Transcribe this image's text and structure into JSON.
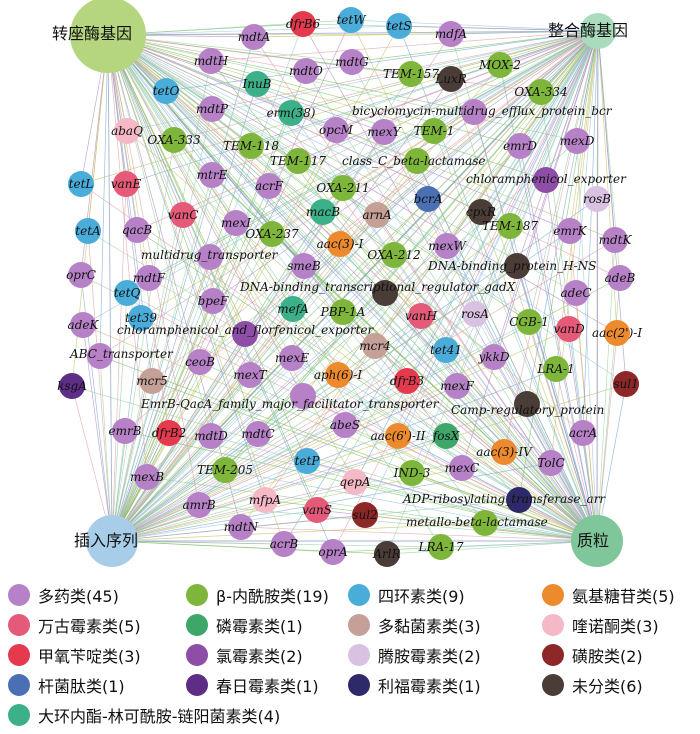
{
  "categories": [
    {
      "id": "multidrug",
      "label": "多药类(45)",
      "color": "#b681c6"
    },
    {
      "id": "beta",
      "label": "β-内酰胺类(19)",
      "color": "#7db63a"
    },
    {
      "id": "tetra",
      "label": "四环素类(9)",
      "color": "#4aacd9"
    },
    {
      "id": "amino",
      "label": "氨基糖苷类(5)",
      "color": "#ee8a2e"
    },
    {
      "id": "vanco",
      "label": "万古霉素类(5)",
      "color": "#e45a78"
    },
    {
      "id": "fosfo",
      "label": "磷霉素类(1)",
      "color": "#3fa66a"
    },
    {
      "id": "polymyxin",
      "label": "多黏菌素类(3)",
      "color": "#c5a097"
    },
    {
      "id": "quinolone",
      "label": "喹诺酮类(3)",
      "color": "#f4b8c6"
    },
    {
      "id": "trimeth",
      "label": "甲氧苄啶类(3)",
      "color": "#e53a4e"
    },
    {
      "id": "chloram",
      "label": "氯霉素类(2)",
      "color": "#8e4ea8"
    },
    {
      "id": "kasu",
      "label": "腾胺霉素类(2)",
      "color": "#d8c1e1"
    },
    {
      "id": "sulfa",
      "label": "磺胺类(2)",
      "color": "#8e2727"
    },
    {
      "id": "bacitracin",
      "label": "杆菌肽类(1)",
      "color": "#4a6fb3"
    },
    {
      "id": "kasugamycin",
      "label": "春日霉素类(1)",
      "color": "#5e2d86"
    },
    {
      "id": "rifamycin",
      "label": "利福霉素类(1)",
      "color": "#2e2a69"
    },
    {
      "id": "unknown",
      "label": "未分类(6)",
      "color": "#4a3c36"
    },
    {
      "id": "mls",
      "label": "大环内酯-林可酰胺-链阳菌素类(4)",
      "color": "#3cb088"
    }
  ],
  "hubs": [
    {
      "id": "transposase",
      "label": "转座酶基因",
      "color": "#b5d57f"
    },
    {
      "id": "integrase",
      "label": "整合酶基因",
      "color": "#a9dcbd"
    },
    {
      "id": "insertion",
      "label": "插入序列",
      "color": "#a8cde8"
    },
    {
      "id": "plasmid",
      "label": "质粒",
      "color": "#7fc79a"
    }
  ],
  "genes": [
    {
      "id": "dfrB6",
      "cat": "trimeth"
    },
    {
      "id": "tetW",
      "cat": "tetra"
    },
    {
      "id": "tetS",
      "cat": "tetra"
    },
    {
      "id": "mdtA",
      "cat": "multidrug"
    },
    {
      "id": "mdfA",
      "cat": "multidrug"
    },
    {
      "id": "mdtH",
      "cat": "multidrug"
    },
    {
      "id": "mdtO",
      "cat": "multidrug"
    },
    {
      "id": "mdtG",
      "cat": "multidrug"
    },
    {
      "id": "TEM-157",
      "cat": "beta"
    },
    {
      "id": "LuxR",
      "cat": "unknown"
    },
    {
      "id": "MOX-2",
      "cat": "beta"
    },
    {
      "id": "InuB",
      "cat": "mls"
    },
    {
      "id": "tetO",
      "cat": "tetra"
    },
    {
      "id": "mdtP",
      "cat": "multidrug"
    },
    {
      "id": "OXA-334",
      "cat": "beta"
    },
    {
      "id": "erm(38)",
      "cat": "mls"
    },
    {
      "id": "bicyclomycin-multidrug_efflux_protein_bcr",
      "cat": "multidrug"
    },
    {
      "id": "abaQ",
      "cat": "quinolone"
    },
    {
      "id": "opcM",
      "cat": "multidrug"
    },
    {
      "id": "mexY",
      "cat": "multidrug"
    },
    {
      "id": "TEM-1",
      "cat": "beta"
    },
    {
      "id": "OXA-333",
      "cat": "beta"
    },
    {
      "id": "TEM-118",
      "cat": "beta"
    },
    {
      "id": "mexD",
      "cat": "multidrug"
    },
    {
      "id": "emrD",
      "cat": "multidrug"
    },
    {
      "id": "TEM-117",
      "cat": "beta"
    },
    {
      "id": "class_C_beta-lactamase",
      "cat": "beta"
    },
    {
      "id": "tetL",
      "cat": "tetra"
    },
    {
      "id": "vanE",
      "cat": "vanco"
    },
    {
      "id": "mtrE",
      "cat": "multidrug"
    },
    {
      "id": "acrF",
      "cat": "multidrug"
    },
    {
      "id": "OXA-211",
      "cat": "beta"
    },
    {
      "id": "chloramphenicol_exporter",
      "cat": "chloram"
    },
    {
      "id": "vanC",
      "cat": "vanco"
    },
    {
      "id": "bcrA",
      "cat": "bacitracin"
    },
    {
      "id": "rosB",
      "cat": "kasu"
    },
    {
      "id": "tetA",
      "cat": "tetra"
    },
    {
      "id": "qacB",
      "cat": "multidrug"
    },
    {
      "id": "mexI",
      "cat": "multidrug"
    },
    {
      "id": "macB",
      "cat": "mls"
    },
    {
      "id": "arnA",
      "cat": "polymyxin"
    },
    {
      "id": "cpxR",
      "cat": "unknown"
    },
    {
      "id": "TEM-187",
      "cat": "beta"
    },
    {
      "id": "emrK",
      "cat": "multidrug"
    },
    {
      "id": "mdtK",
      "cat": "multidrug"
    },
    {
      "id": "OXA-237",
      "cat": "beta"
    },
    {
      "id": "aac(3)-I",
      "cat": "amino"
    },
    {
      "id": "mexW",
      "cat": "multidrug"
    },
    {
      "id": "OXA-212",
      "cat": "beta"
    },
    {
      "id": "multidrug_transporter",
      "cat": "multidrug"
    },
    {
      "id": "DNA-binding_protein_H-NS",
      "cat": "unknown"
    },
    {
      "id": "oprC",
      "cat": "multidrug"
    },
    {
      "id": "mdtF",
      "cat": "multidrug"
    },
    {
      "id": "smeB",
      "cat": "multidrug"
    },
    {
      "id": "adeB",
      "cat": "multidrug"
    },
    {
      "id": "tetQ",
      "cat": "tetra"
    },
    {
      "id": "DNA-binding_transcriptional_regulator_gadX",
      "cat": "unknown"
    },
    {
      "id": "adeC",
      "cat": "multidrug"
    },
    {
      "id": "bpeF",
      "cat": "multidrug"
    },
    {
      "id": "tet39",
      "cat": "tetra"
    },
    {
      "id": "mefA",
      "cat": "mls"
    },
    {
      "id": "PBP-1A",
      "cat": "beta"
    },
    {
      "id": "vanH",
      "cat": "vanco"
    },
    {
      "id": "rosA",
      "cat": "kasu"
    },
    {
      "id": "CGB-1",
      "cat": "beta"
    },
    {
      "id": "adeK",
      "cat": "multidrug"
    },
    {
      "id": "vanD",
      "cat": "vanco"
    },
    {
      "id": "aac(2')-I",
      "cat": "amino"
    },
    {
      "id": "chloramphenicol_and_florfenicol_exporter",
      "cat": "chloram"
    },
    {
      "id": "ABC_transporter",
      "cat": "multidrug"
    },
    {
      "id": "ceoB",
      "cat": "multidrug"
    },
    {
      "id": "mexE",
      "cat": "multidrug"
    },
    {
      "id": "mcr4",
      "cat": "polymyxin"
    },
    {
      "id": "tet41",
      "cat": "tetra"
    },
    {
      "id": "ykkD",
      "cat": "multidrug"
    },
    {
      "id": "LRA-1",
      "cat": "beta"
    },
    {
      "id": "ksgA",
      "cat": "kasugamycin"
    },
    {
      "id": "mcr5",
      "cat": "polymyxin"
    },
    {
      "id": "mexT",
      "cat": "multidrug"
    },
    {
      "id": "aph(6)-I",
      "cat": "amino"
    },
    {
      "id": "dfrB3",
      "cat": "trimeth"
    },
    {
      "id": "mexF",
      "cat": "multidrug"
    },
    {
      "id": "sul1",
      "cat": "sulfa"
    },
    {
      "id": "EmrB-QacA_family_major_facilitator_transporter",
      "cat": "multidrug"
    },
    {
      "id": "Camp-regulatory_protein",
      "cat": "unknown"
    },
    {
      "id": "emrB",
      "cat": "multidrug"
    },
    {
      "id": "dfrB2",
      "cat": "trimeth"
    },
    {
      "id": "mdtD",
      "cat": "multidrug"
    },
    {
      "id": "mdtC",
      "cat": "multidrug"
    },
    {
      "id": "abeS",
      "cat": "multidrug"
    },
    {
      "id": "aac(6')-II",
      "cat": "amino"
    },
    {
      "id": "fosX",
      "cat": "fosfo"
    },
    {
      "id": "acrA",
      "cat": "multidrug"
    },
    {
      "id": "aac(3)-IV",
      "cat": "amino"
    },
    {
      "id": "mexB",
      "cat": "multidrug"
    },
    {
      "id": "TEM-205",
      "cat": "beta"
    },
    {
      "id": "tetP",
      "cat": "tetra"
    },
    {
      "id": "IND-3",
      "cat": "beta"
    },
    {
      "id": "mexC",
      "cat": "multidrug"
    },
    {
      "id": "TolC",
      "cat": "multidrug"
    },
    {
      "id": "qepA",
      "cat": "quinolone"
    },
    {
      "id": "mfpA",
      "cat": "quinolone"
    },
    {
      "id": "amrB",
      "cat": "multidrug"
    },
    {
      "id": "ADP-ribosylating_transferase_arr",
      "cat": "rifamycin"
    },
    {
      "id": "vanS",
      "cat": "vanco"
    },
    {
      "id": "sul2",
      "cat": "sulfa"
    },
    {
      "id": "metallo-beta-lactamase",
      "cat": "beta"
    },
    {
      "id": "mdtN",
      "cat": "multidrug"
    },
    {
      "id": "acrB",
      "cat": "multidrug"
    },
    {
      "id": "oprA",
      "cat": "multidrug"
    },
    {
      "id": "ArlR",
      "cat": "unknown"
    },
    {
      "id": "LRA-17",
      "cat": "beta"
    }
  ]
}
